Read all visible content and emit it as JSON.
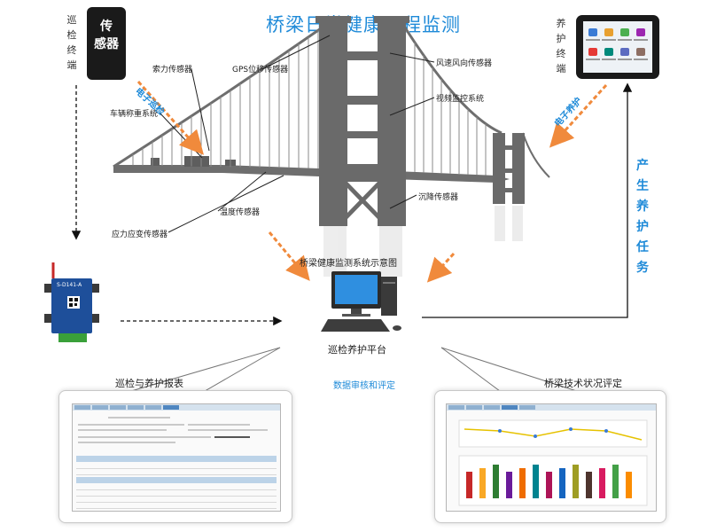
{
  "title": "桥梁日常健康远程监测",
  "inspection_terminal": {
    "label": "巡检终端",
    "device_text": "传感器"
  },
  "maintenance_terminal": {
    "label": "养护终端"
  },
  "sensors": {
    "cable_force": "索力传感器",
    "gps": "GPS位移传感器",
    "wind": "风速风向传感器",
    "vehicle": "车辆称重系统",
    "video": "视频监控系统",
    "temperature": "温度传感器",
    "settlement": "沉降传感器",
    "stress": "应力应变传感器"
  },
  "arrows": {
    "patrol": "电子巡检",
    "maintain": "电子养护",
    "task": "产生养护任务",
    "audit": "数据审核和评定"
  },
  "schematic_caption": "桥梁健康监测系统示意图",
  "platform_label": "巡检养护平台",
  "panels": {
    "left_title": "巡检与养护报表",
    "right_title": "桥梁技术状况评定"
  },
  "gateway": {
    "model": "S-D141-A"
  },
  "colors": {
    "accent": "#1e8ad8",
    "arrow_orange": "#f08a3c",
    "bridge": "#6e6e6e"
  },
  "icons": [
    "arrow-down-icon",
    "arrow-right-icon",
    "arrow-up-icon"
  ]
}
